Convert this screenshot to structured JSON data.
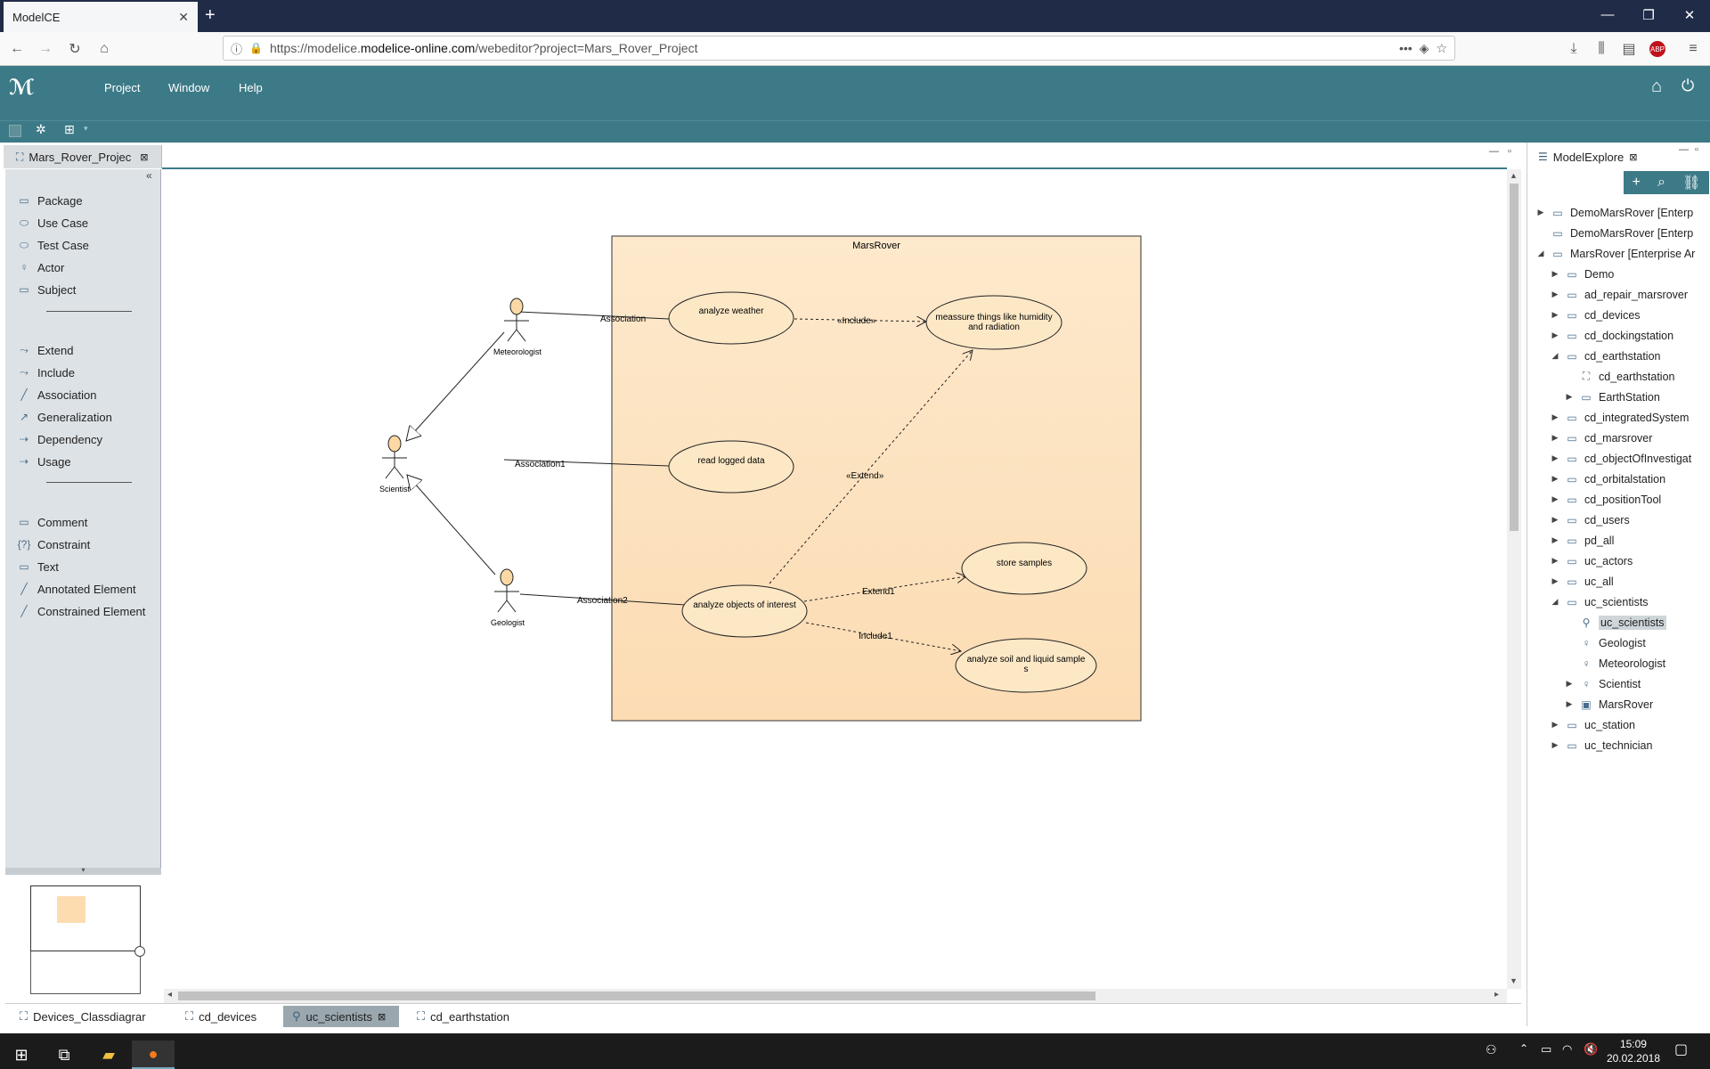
{
  "browser": {
    "tab_title": "ModelCE",
    "url_prefix": "https://modelice.",
    "url_domain": "modelice-online.com",
    "url_path": "/webeditor?project=Mars_Rover_Project"
  },
  "app": {
    "menu": [
      "Project",
      "Window",
      "Help"
    ]
  },
  "editor_tab": "Mars_Rover_Projec",
  "palette": {
    "group1": [
      "Package",
      "Use Case",
      "Test Case",
      "Actor",
      "Subject"
    ],
    "group2": [
      "Extend",
      "Include",
      "Association",
      "Generalization",
      "Dependency",
      "Usage"
    ],
    "group3": [
      "Comment",
      "Constraint",
      "Text",
      "Annotated Element",
      "Constrained Element"
    ]
  },
  "diagram": {
    "subject": "MarsRover",
    "actors": {
      "meteorologist": "Meteorologist",
      "scientist": "Scientist",
      "geologist": "Geologist"
    },
    "usecases": {
      "weather": "analyze weather",
      "humidity_l1": "meassure things like humidity",
      "humidity_l2": "and radiation",
      "logged": "read logged data",
      "samples": "store samples",
      "objects": "analyze objects of interest",
      "soil_l1": "analyze soil and liquid sample",
      "soil_l2": "s"
    },
    "links": {
      "assoc": "Association",
      "assoc1": "Association1",
      "assoc2": "Association2",
      "include": "«Include»",
      "extend": "«Extend»",
      "extend1": "Extend1",
      "include1": "Include1"
    }
  },
  "bottom_tabs": [
    "Devices_Classdiagrar",
    "cd_devices",
    "uc_scientists",
    "cd_earthstation"
  ],
  "explorer": {
    "title": "ModelExplore",
    "items": [
      {
        "label": "DemoMarsRover [Enterp",
        "level": 0,
        "exp": "closed",
        "icon": "pkg"
      },
      {
        "label": "DemoMarsRover [Enterp",
        "level": 0,
        "exp": "none",
        "icon": "pkg"
      },
      {
        "label": "MarsRover [Enterprise Ar",
        "level": 0,
        "exp": "open",
        "icon": "pkg"
      },
      {
        "label": "Demo",
        "level": 1,
        "exp": "closed",
        "icon": "folder"
      },
      {
        "label": "ad_repair_marsrover",
        "level": 1,
        "exp": "closed",
        "icon": "folder"
      },
      {
        "label": "cd_devices",
        "level": 1,
        "exp": "closed",
        "icon": "folder"
      },
      {
        "label": "cd_dockingstation",
        "level": 1,
        "exp": "closed",
        "icon": "folder"
      },
      {
        "label": "cd_earthstation",
        "level": 1,
        "exp": "open",
        "icon": "folder"
      },
      {
        "label": "cd_earthstation",
        "level": 2,
        "exp": "none",
        "icon": "diagram"
      },
      {
        "label": "EarthStation",
        "level": 2,
        "exp": "closed",
        "icon": "folder"
      },
      {
        "label": "cd_integratedSystem",
        "level": 1,
        "exp": "closed",
        "icon": "folder"
      },
      {
        "label": "cd_marsrover",
        "level": 1,
        "exp": "closed",
        "icon": "folder"
      },
      {
        "label": "cd_objectOfInvestigat",
        "level": 1,
        "exp": "closed",
        "icon": "folder"
      },
      {
        "label": "cd_orbitalstation",
        "level": 1,
        "exp": "closed",
        "icon": "folder"
      },
      {
        "label": "cd_positionTool",
        "level": 1,
        "exp": "closed",
        "icon": "folder"
      },
      {
        "label": "cd_users",
        "level": 1,
        "exp": "closed",
        "icon": "folder"
      },
      {
        "label": "pd_all",
        "level": 1,
        "exp": "closed",
        "icon": "folder"
      },
      {
        "label": "uc_actors",
        "level": 1,
        "exp": "closed",
        "icon": "folder"
      },
      {
        "label": "uc_all",
        "level": 1,
        "exp": "closed",
        "icon": "folder"
      },
      {
        "label": "uc_scientists",
        "level": 1,
        "exp": "open",
        "icon": "folder"
      },
      {
        "label": "uc_scientists",
        "level": 2,
        "exp": "none",
        "icon": "ucdiagram",
        "selected": true
      },
      {
        "label": "Geologist",
        "level": 2,
        "exp": "none",
        "icon": "actor"
      },
      {
        "label": "Meteorologist",
        "level": 2,
        "exp": "none",
        "icon": "actor"
      },
      {
        "label": "Scientist",
        "level": 2,
        "exp": "closed",
        "icon": "actor"
      },
      {
        "label": "MarsRover",
        "level": 2,
        "exp": "closed",
        "icon": "component"
      },
      {
        "label": "uc_station",
        "level": 1,
        "exp": "closed",
        "icon": "folder"
      },
      {
        "label": "uc_technician",
        "level": 1,
        "exp": "closed",
        "icon": "folder"
      }
    ]
  },
  "taskbar": {
    "time": "15:09",
    "date": "20.02.2018"
  },
  "colors": {
    "teal": "#3d7a87",
    "subject_fill_top": "#fde9cc",
    "subject_fill_bottom": "#fcdcb3",
    "usecase_fill": "#fde8c6",
    "actor_head": "#fcd9a4"
  }
}
